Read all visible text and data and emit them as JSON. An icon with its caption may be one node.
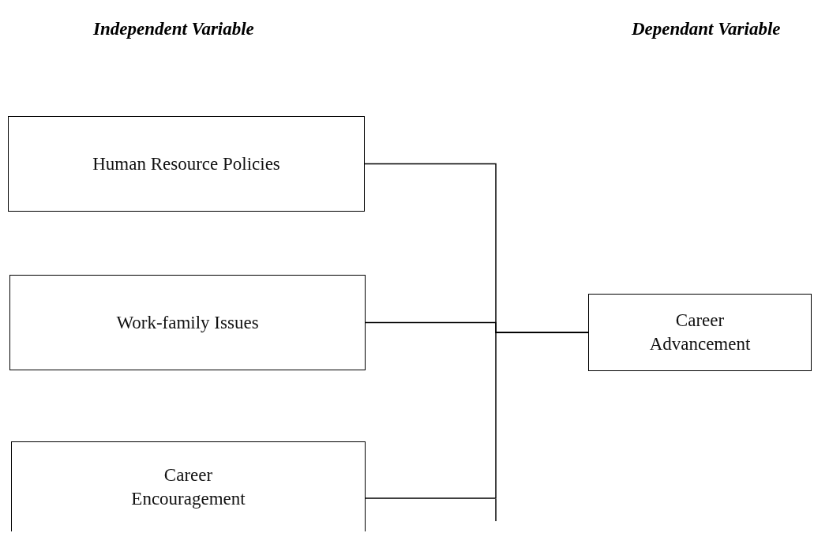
{
  "diagram": {
    "nodes": [
      {
        "text": [
          "Human Resource Policies"
        ]
      },
      {
        "text": [
          "Work-family Issues"
        ]
      },
      {
        "text": [
          "Career Encouragement"
        ]
      },
      {
        "text": [
          "Career Advancement"
        ]
      }
    ],
    "edges": [
      {
        "from": 0,
        "to": 3,
        "arrow": "none"
      },
      {
        "from": 1,
        "to": 3,
        "arrow": "none"
      },
      {
        "from": 2,
        "to": 3,
        "arrow": "none"
      }
    ],
    "labels": [
      "Independent Variable",
      "Dependant Variable"
    ]
  }
}
